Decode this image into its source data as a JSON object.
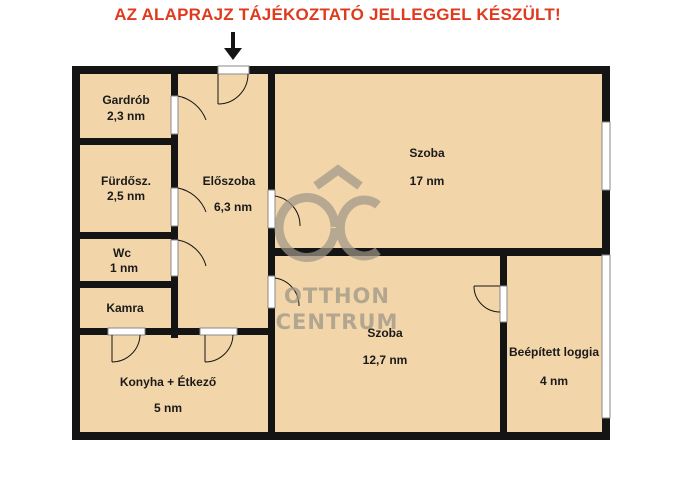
{
  "header": {
    "notice": "AZ ALAPRAJZ TÁJÉKOZTATÓ JELLEGGEL KÉSZÜLT!"
  },
  "colors": {
    "floor": "#f2d6a9",
    "wall": "#141414",
    "notice": "#e03a1e",
    "window": "#cfe0ea",
    "watermark": "#9f9688"
  },
  "rooms": {
    "gardrob": {
      "name": "Gardrób",
      "area": "2,3 nm"
    },
    "furdo": {
      "name": "Fürdősz.",
      "area": "2,5 nm"
    },
    "eloszoba": {
      "name": "Előszoba",
      "area": "6,3  nm"
    },
    "wc": {
      "name": "Wc",
      "area": "1  nm"
    },
    "kamra": {
      "name": "Kamra",
      "area": ""
    },
    "konyha": {
      "name": "Konyha + Étkező",
      "area": "5 nm"
    },
    "szoba1": {
      "name": "Szoba",
      "area": "17 nm"
    },
    "szoba2": {
      "name": "Szoba",
      "area": "12,7 nm"
    },
    "loggia": {
      "name": "Beépített loggia",
      "area": "4 nm"
    }
  },
  "watermark": {
    "logo": "ÔC",
    "line1": "OTTHON",
    "line2": "CENTRUM"
  },
  "icons": {
    "entrance": "arrow-down-icon"
  }
}
